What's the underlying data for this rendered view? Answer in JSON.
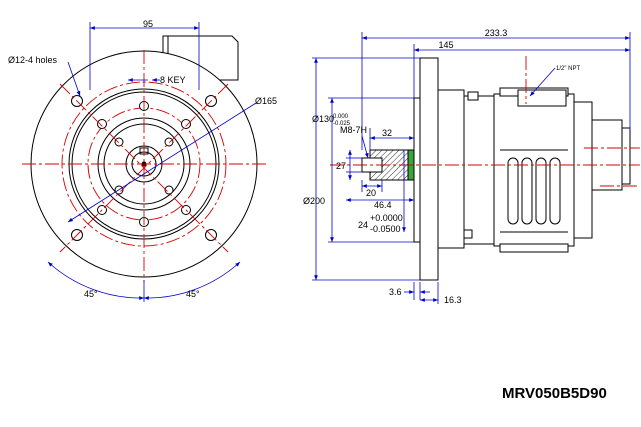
{
  "drawing": {
    "model_code": "MRV050B5D90",
    "front_view": {
      "dim_bolt_spacing": "95",
      "dim_holes": "Ø12-4 holes",
      "dim_key": "8 KEY",
      "dim_pcd": "Ø165",
      "dim_angle_left": "45°",
      "dim_angle_right": "45°"
    },
    "side_view": {
      "dim_overall_length": "233.3",
      "dim_flange_to_end": "145",
      "dim_conduit": "1/2\" NPT",
      "dim_pilot": "Ø130",
      "dim_pilot_tol_upper": "0.000",
      "dim_pilot_tol_lower": "-0.025",
      "dim_tap": "M8-7H",
      "dim_tap_depth": "32",
      "dim_shaft_height": "27",
      "dim_shaft_len": "20",
      "dim_shaft_depth": "46.4",
      "dim_flange_dia": "Ø200",
      "dim_bore": "24",
      "dim_bore_tol_upper": "+0.0000",
      "dim_bore_tol_lower": "-0.0500",
      "dim_spigot": "3.6",
      "dim_flange_thk": "16.3"
    },
    "colors": {
      "outline": "#000000",
      "center_line": "#d40000",
      "dimension_line": "#0000cc"
    }
  }
}
